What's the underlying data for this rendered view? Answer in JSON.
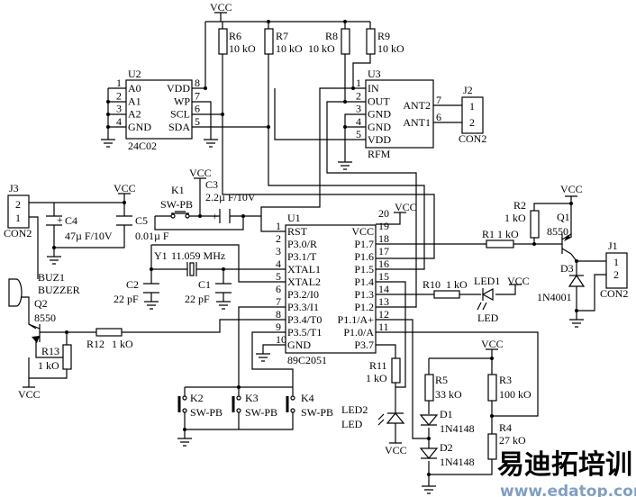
{
  "vcc": "VCC",
  "u2": {
    "ref": "U2",
    "part": "24C02",
    "pins_left": [
      {
        "n": "1",
        "name": "A0"
      },
      {
        "n": "2",
        "name": "A1"
      },
      {
        "n": "3",
        "name": "A2"
      },
      {
        "n": "4",
        "name": "GND"
      }
    ],
    "pins_right": [
      {
        "n": "8",
        "name": "VDD"
      },
      {
        "n": "7",
        "name": "WP"
      },
      {
        "n": "6",
        "name": "SCL"
      },
      {
        "n": "5",
        "name": "SDA"
      }
    ]
  },
  "u3": {
    "ref": "U3",
    "part": "RFM",
    "pins_left": [
      {
        "n": "1",
        "name": "IN"
      },
      {
        "n": "2",
        "name": "OUT"
      },
      {
        "n": "3",
        "name": "GND"
      },
      {
        "n": "4",
        "name": "GND"
      },
      {
        "n": "5",
        "name": "VDD"
      }
    ],
    "pins_right": [
      {
        "n": "7",
        "name": "ANT2"
      },
      {
        "n": "6",
        "name": "ANT1"
      }
    ]
  },
  "u1": {
    "ref": "U1",
    "part": "89C2051",
    "pins_left": [
      {
        "n": "1",
        "name": "RST"
      },
      {
        "n": "2",
        "name": "P3.0/R"
      },
      {
        "n": "3",
        "name": "P3.1/T"
      },
      {
        "n": "4",
        "name": "XTAL1"
      },
      {
        "n": "5",
        "name": "XTAL2"
      },
      {
        "n": "6",
        "name": "P3.2/I0"
      },
      {
        "n": "7",
        "name": "P3.3/I1"
      },
      {
        "n": "8",
        "name": "P3.4/T0"
      },
      {
        "n": "9",
        "name": "P3.5/T1"
      },
      {
        "n": "10",
        "name": "GND"
      }
    ],
    "pins_right": [
      {
        "n": "20",
        "name": ""
      },
      {
        "n": "19",
        "name": "VCC"
      },
      {
        "n": "18",
        "name": "P1.7"
      },
      {
        "n": "17",
        "name": "P1.6"
      },
      {
        "n": "16",
        "name": "P1.5"
      },
      {
        "n": "15",
        "name": "P1.4"
      },
      {
        "n": "14",
        "name": "P1.3"
      },
      {
        "n": "13",
        "name": "P1.2"
      },
      {
        "n": "12",
        "name": "P1.1/A+"
      },
      {
        "n": "11",
        "name": "P1.0/A"
      },
      {
        "n": "",
        "name": "P3.7"
      }
    ]
  },
  "j1": {
    "ref": "J1",
    "part": "CON2",
    "pins": [
      "1",
      "2"
    ]
  },
  "j2": {
    "ref": "J2",
    "part": "CON2",
    "pins": [
      "1",
      "2"
    ]
  },
  "j3": {
    "ref": "J3",
    "part": "CON2",
    "pins": [
      "2",
      "1"
    ]
  },
  "r1": {
    "ref": "R1",
    "value": "1 kO"
  },
  "r2": {
    "ref": "R2",
    "value": "1 kO"
  },
  "r3": {
    "ref": "R3",
    "value": "100 kO"
  },
  "r4": {
    "ref": "R4",
    "value": "27 kO"
  },
  "r5": {
    "ref": "R5",
    "value": "33 kO"
  },
  "r6": {
    "ref": "R6",
    "value": "10 kO"
  },
  "r7": {
    "ref": "R7",
    "value": "10 kO"
  },
  "r8": {
    "ref": "R8",
    "value": "10 kO"
  },
  "r9": {
    "ref": "R9",
    "value": "10 kO"
  },
  "r10": {
    "ref": "R10",
    "value": "1 kO"
  },
  "r11": {
    "ref": "R11",
    "value": "1 kO"
  },
  "r12": {
    "ref": "R12",
    "value": "1 kO"
  },
  "r13": {
    "ref": "R13",
    "value": "1 kO"
  },
  "c1": {
    "ref": "C1",
    "value": "22 pF"
  },
  "c2": {
    "ref": "C2",
    "value": "22 pF"
  },
  "c3": {
    "ref": "C3",
    "value": "2.2µ F/10V"
  },
  "c4": {
    "ref": "C4",
    "value": "47µ F/10V"
  },
  "c5": {
    "ref": "C5",
    "value": "0.01µ F"
  },
  "y1": {
    "ref": "Y1",
    "value": "11.059 MHz"
  },
  "q1": {
    "ref": "Q1",
    "value": "8550"
  },
  "q2": {
    "ref": "Q2",
    "value": "8550"
  },
  "d1": {
    "ref": "D1",
    "value": "1N4148"
  },
  "d2": {
    "ref": "D2",
    "value": "1N4148"
  },
  "d3": {
    "ref": "D3",
    "value": "1N4001"
  },
  "led1": {
    "ref": "LED1",
    "value": "LED"
  },
  "led2": {
    "ref": "LED2",
    "value": "LED"
  },
  "buz1": {
    "ref": "BUZ1",
    "value": "BUZZER"
  },
  "k1": {
    "ref": "K1",
    "value": "SW-PB"
  },
  "k2": {
    "ref": "K2",
    "value": "SW-PB"
  },
  "k3": {
    "ref": "K3",
    "value": "SW-PB"
  },
  "k4": {
    "ref": "K4",
    "value": "SW-PB"
  },
  "plus": "+",
  "watermark": {
    "cn": "易迪拓培训",
    "url": "www.edatop.com",
    "color_red": "#e0607a",
    "color_blue": "#7f9fc8"
  }
}
